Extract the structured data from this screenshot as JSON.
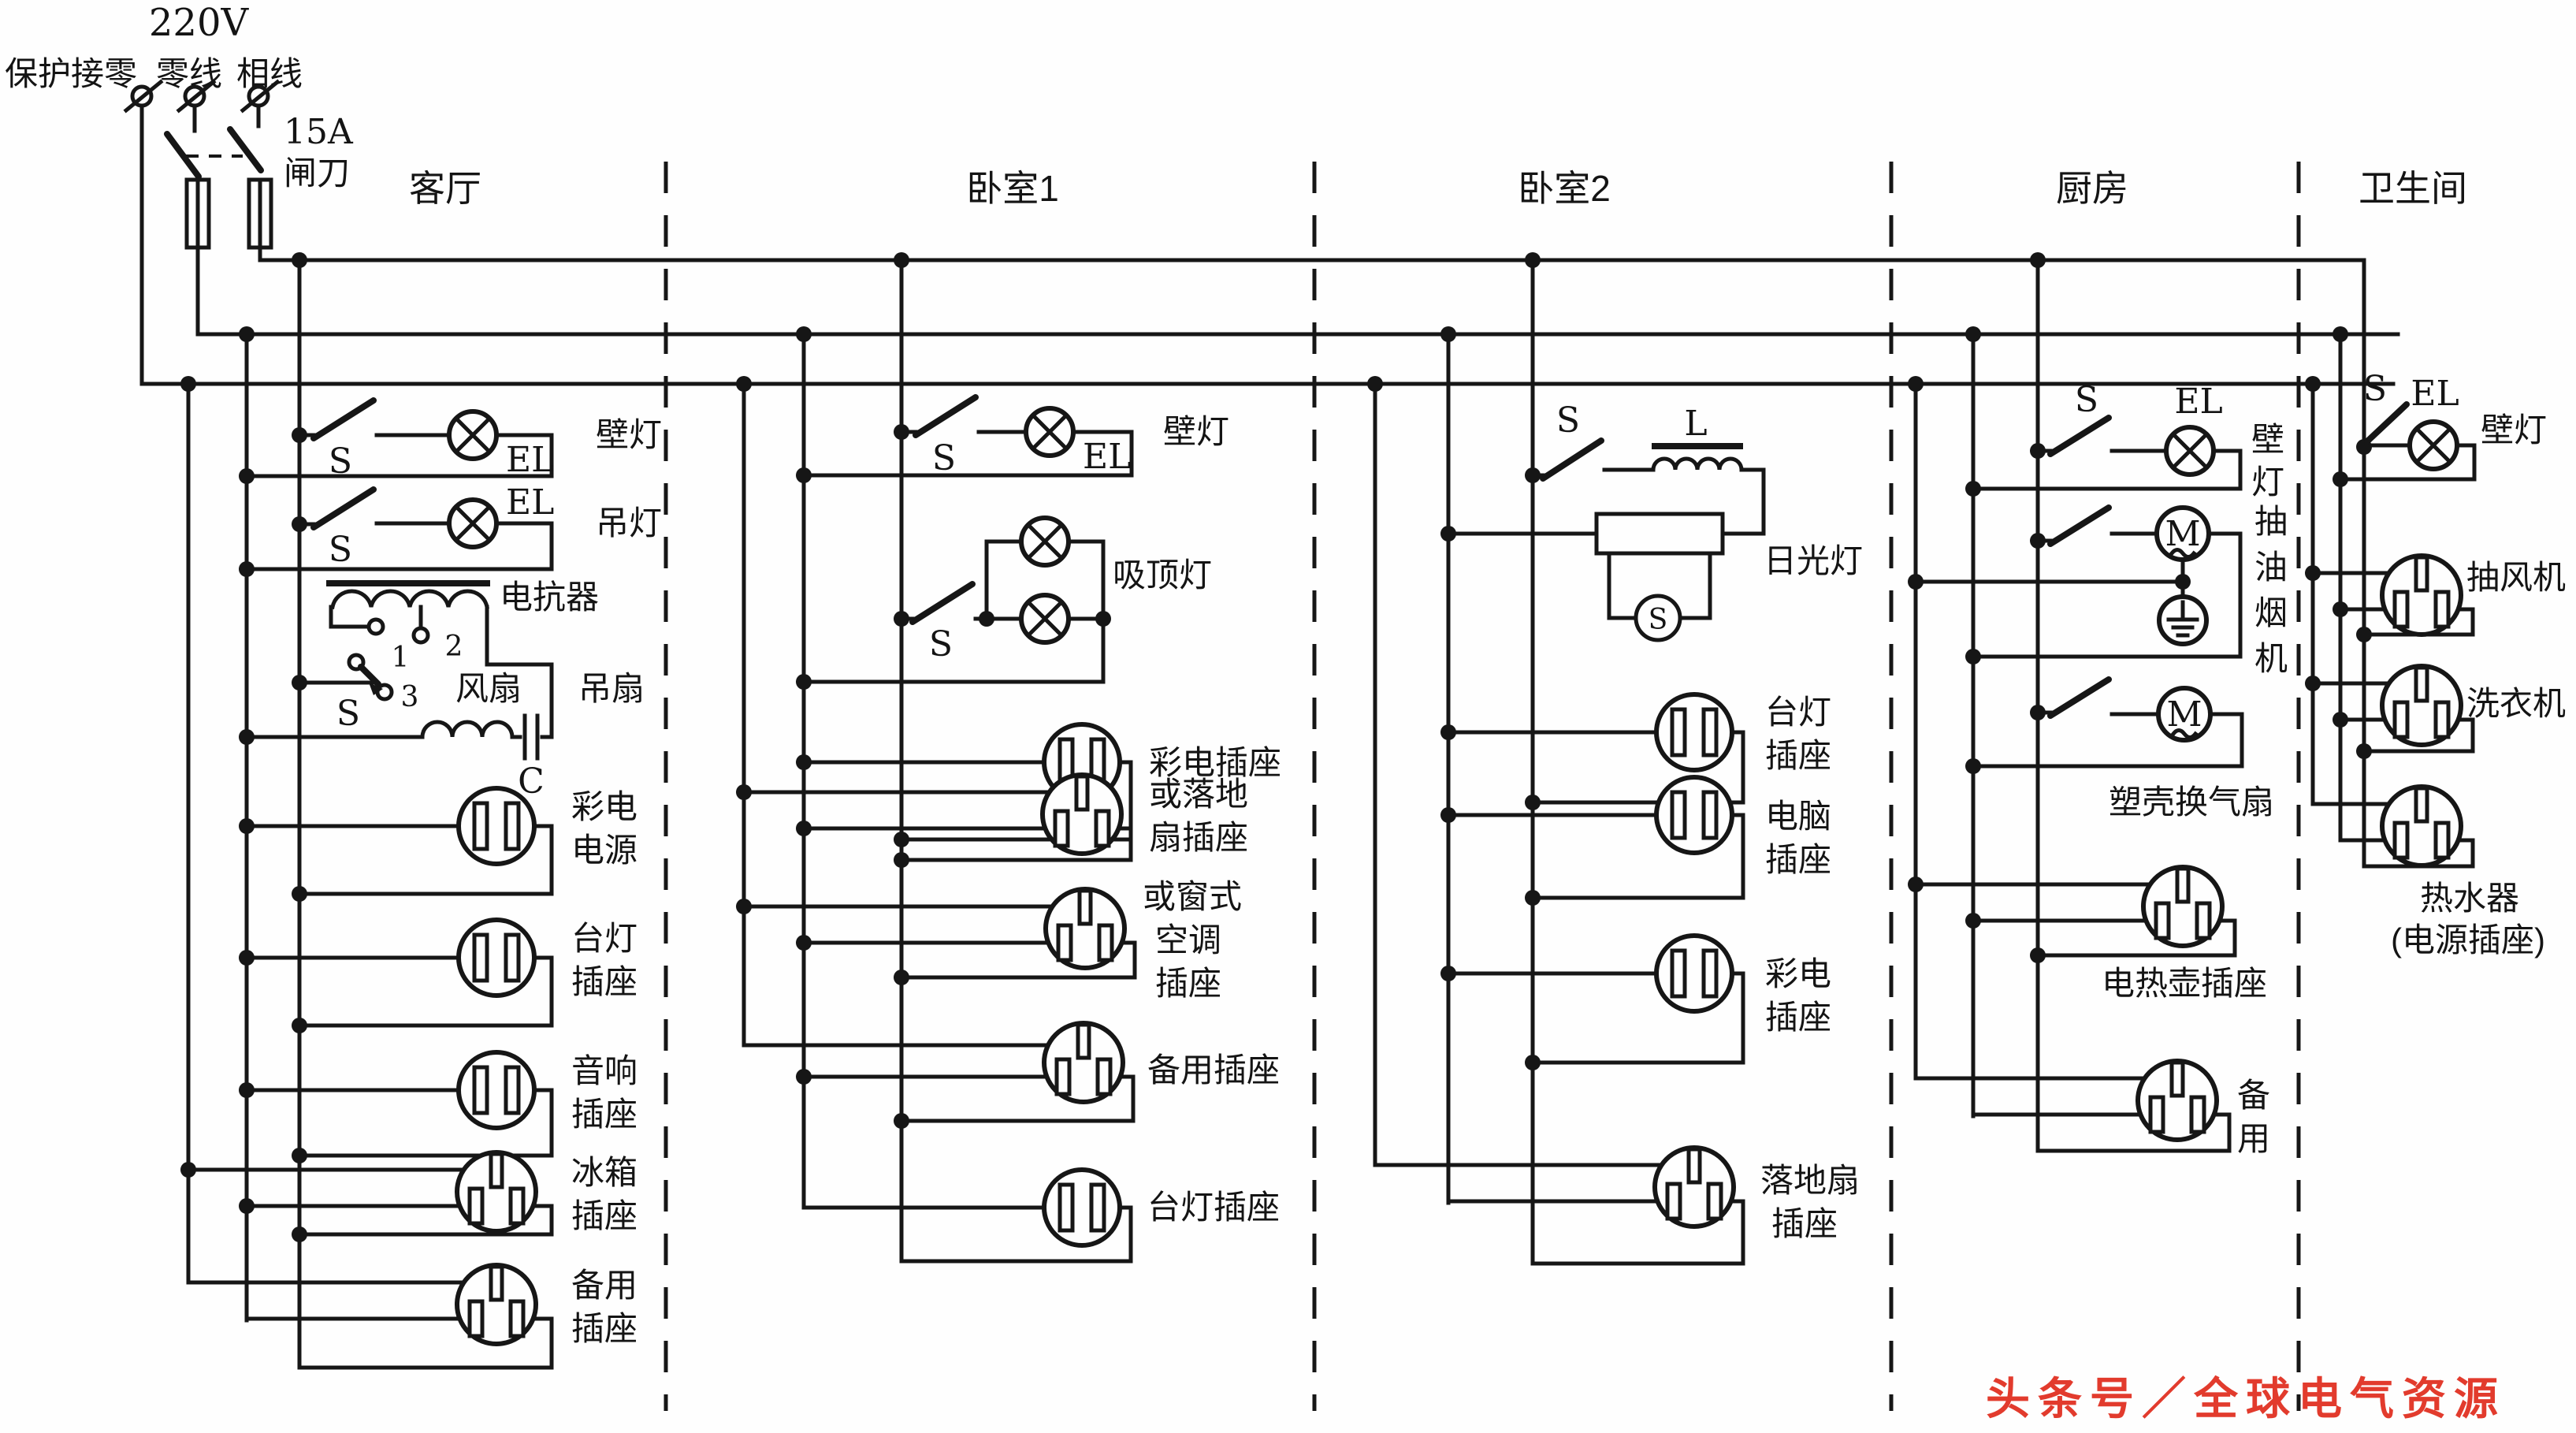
{
  "supply": {
    "voltage": "220V",
    "terminals": [
      "保护接零",
      "零线",
      "相线"
    ],
    "fuse_rating": "15A",
    "knife_switch": "闸刀"
  },
  "rooms": [
    "客厅",
    "卧室1",
    "卧室2",
    "厨房",
    "卫生间"
  ],
  "sym": {
    "s": "S",
    "el": "EL",
    "l": "L",
    "m": "M",
    "c": "C",
    "d1": "1",
    "d2": "2",
    "d3": "3"
  },
  "living": {
    "wall_lamp": "壁灯",
    "pendant_lamp": "吊灯",
    "reactor": "电抗器",
    "fan": "风扇",
    "ceiling_fan": "吊扇",
    "tv_power": [
      "彩电",
      "电源"
    ],
    "desk_lamp": [
      "台灯",
      "插座"
    ],
    "audio": [
      "音响",
      "插座"
    ],
    "fridge": [
      "冰箱",
      "插座"
    ],
    "spare": [
      "备用",
      "插座"
    ]
  },
  "bedroom1": {
    "wall_lamp": "壁灯",
    "ceiling_lamp": "吸顶灯",
    "tv": "彩电插座",
    "floor_fan": [
      "或落地",
      "扇插座"
    ],
    "ac": [
      "或窗式",
      "空调",
      "插座"
    ],
    "spare": "备用插座",
    "desk_lamp": "台灯插座"
  },
  "bedroom2": {
    "fluorescent": "日光灯",
    "desk_lamp": [
      "台灯",
      "插座"
    ],
    "computer": [
      "电脑",
      "插座"
    ],
    "tv": [
      "彩电",
      "插座"
    ],
    "floor_fan": [
      "落地扇",
      "插座"
    ]
  },
  "kitchen": {
    "wall_lamp": [
      "壁",
      "灯"
    ],
    "range_hood": [
      "抽",
      "油",
      "烟",
      "机"
    ],
    "vent_fan": "塑壳换气扇",
    "kettle": "电热壶插座",
    "spare": [
      "备",
      "用"
    ]
  },
  "bathroom": {
    "wall_lamp": "壁灯",
    "exhaust_fan": "抽风机",
    "washing_machine": "洗衣机",
    "water_heater": "热水器",
    "water_heater_note": "(电源插座)"
  },
  "watermark": "头条号／全球电气资源"
}
